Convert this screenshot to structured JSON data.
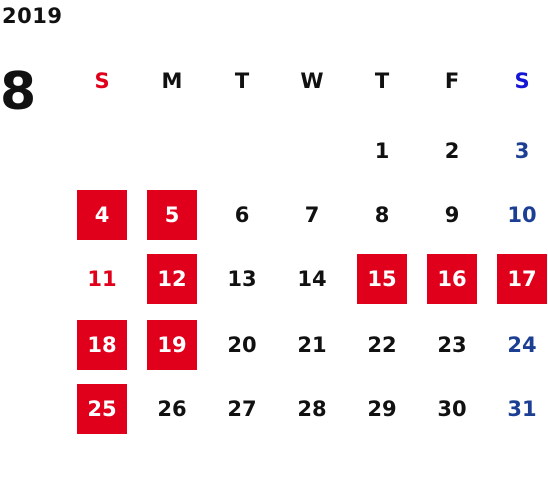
{
  "calendar": {
    "year": "2019",
    "month": "8",
    "weekday_headers": [
      "S",
      "M",
      "T",
      "W",
      "T",
      "F",
      "S"
    ],
    "weeks": [
      [
        "",
        "",
        "",
        "",
        "1",
        "2",
        "3"
      ],
      [
        "4",
        "5",
        "6",
        "7",
        "8",
        "9",
        "10"
      ],
      [
        "11",
        "12",
        "13",
        "14",
        "15",
        "16",
        "17"
      ],
      [
        "18",
        "19",
        "20",
        "21",
        "22",
        "23",
        "24"
      ],
      [
        "25",
        "26",
        "27",
        "28",
        "29",
        "30",
        "31"
      ]
    ],
    "holidays": [
      "4",
      "5",
      "12",
      "15",
      "16",
      "17",
      "18",
      "19",
      "25"
    ],
    "colors": {
      "holiday_bg": "#e0001b",
      "sunday": "#e0001b",
      "saturday": "#1c3f94",
      "saturday_header": "#1515d6",
      "text": "#111111"
    }
  }
}
